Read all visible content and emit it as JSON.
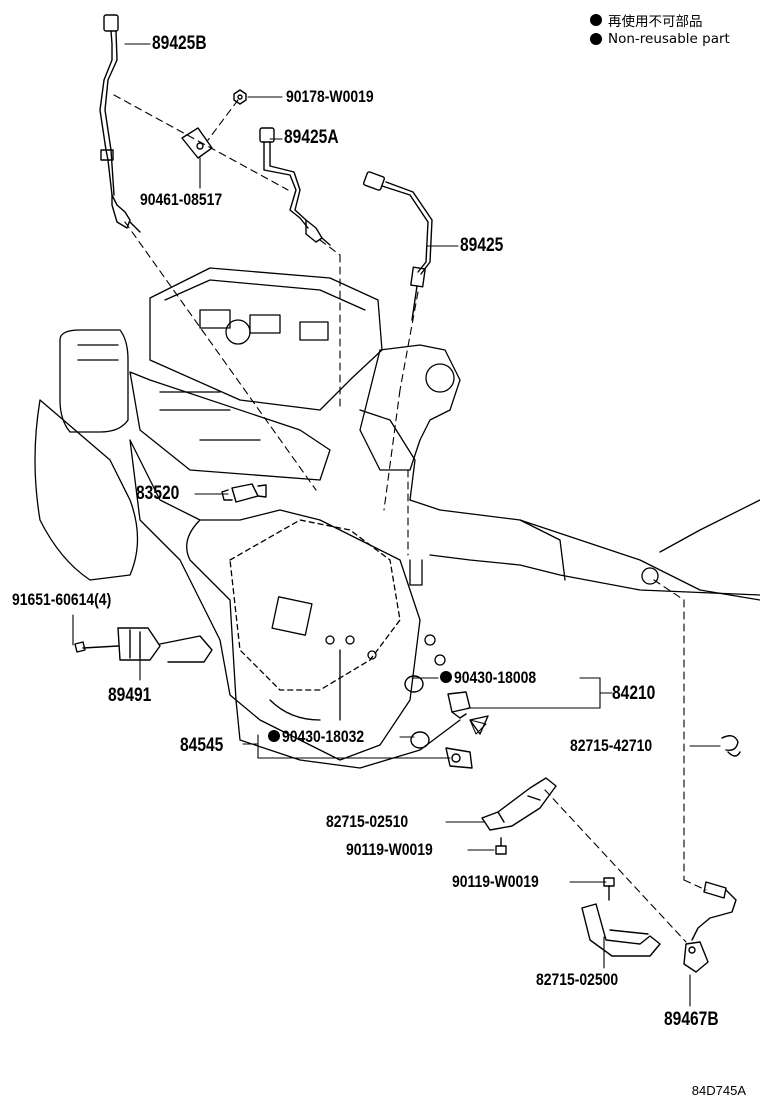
{
  "legend": {
    "reuse_jp": "再使用不可部品",
    "reuse_en": "Non-reusable part"
  },
  "parts": {
    "p89425B": "89425B",
    "p90178": "90178-W0019",
    "p89425A": "89425A",
    "p90461": "90461-08517",
    "p89425": "89425",
    "p83520": "83520",
    "p91651": "91651-60614(4)",
    "p89491": "89491",
    "p90430_18008": "90430-18008",
    "p84210": "84210",
    "p84545": "84545",
    "p90430_18032": "90430-18032",
    "p82715_42710": "82715-42710",
    "p82715_02510": "82715-02510",
    "p90119_a": "90119-W0019",
    "p90119_b": "90119-W0019",
    "p82715_02500": "82715-02500",
    "p89467B": "89467B"
  },
  "figure_id": "84D745A"
}
